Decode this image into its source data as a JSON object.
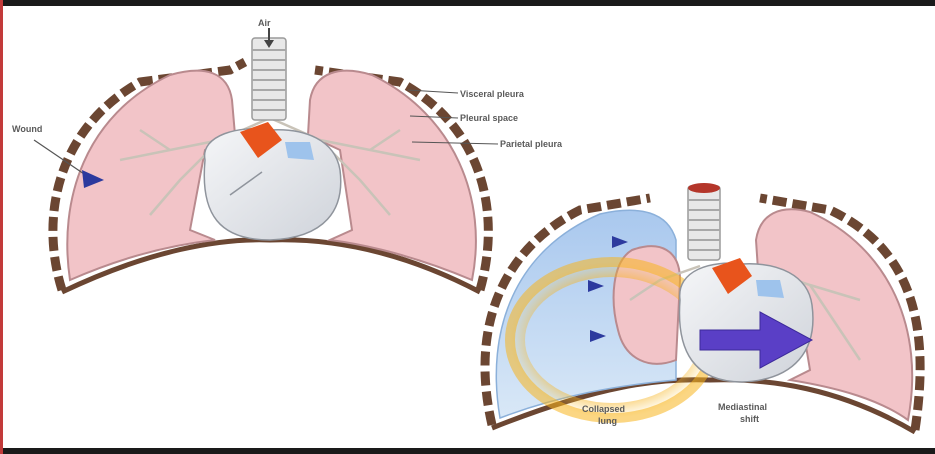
{
  "labels": {
    "air": "Air",
    "wound": "Wound",
    "visceral_pleura": "Visceral pleura",
    "pleural_space": "Pleural space",
    "parietal_pleura": "Parietal pleura",
    "collapsed_lung_line1": "Collapsed",
    "collapsed_lung_line2": "lung",
    "mediastinal_shift_line1": "Mediastinal",
    "mediastinal_shift_line2": "shift"
  },
  "colors": {
    "lung": "#f2c4c8",
    "lung_outline": "#b98a8e",
    "heart": "#e4e6ea",
    "rib": "#6b4632",
    "air_space": "#bcd6ef",
    "shift_arrow": "#5a3fc6",
    "highlight": "#f7c232",
    "airway_arrow": "#2c3a9e"
  }
}
